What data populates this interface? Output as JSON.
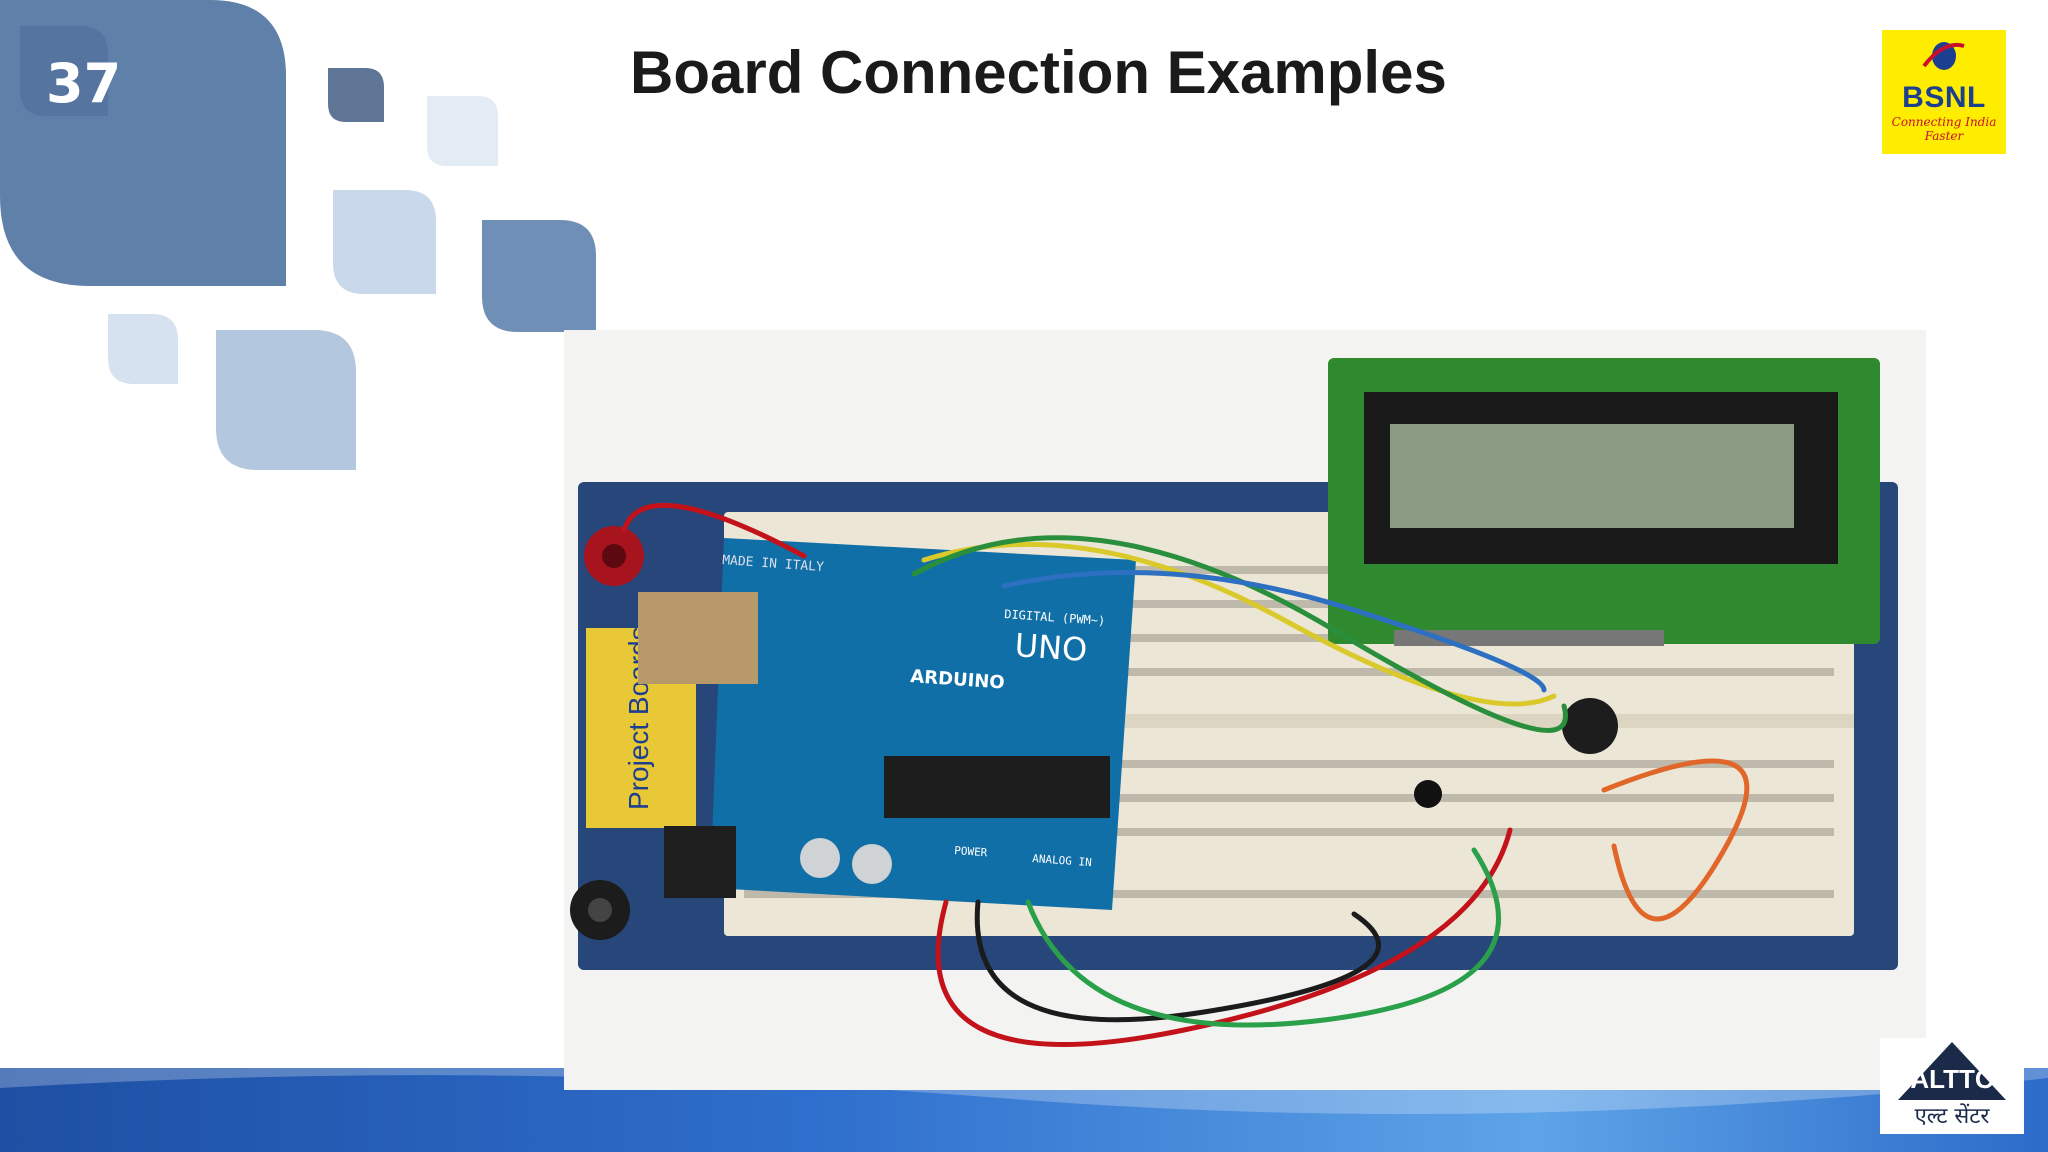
{
  "slide": {
    "number": "37",
    "title": "Board Connection Examples"
  },
  "logo_bsnl": {
    "name": "BSNL",
    "tagline": "Connecting India Faster"
  },
  "logo_altc": {
    "abbr": "ALTTC",
    "hindi": "एल्ट सेंटर"
  },
  "photo": {
    "subject": "arduino-uno-breadboard-lcd",
    "board_labels": {
      "brand": "ARDUINO",
      "model": "UNO",
      "made": "MADE IN ITALY",
      "digital": "DIGITAL (PWM~)",
      "analog": "ANALOG IN",
      "power": "POWER",
      "side_label": "Project Boards"
    }
  },
  "colors": {
    "deco_dark": "#5f80a8",
    "deco_mid": "#6f8fb7",
    "deco_light": "#c9d8ea",
    "deco_lighter": "#e3ebf4",
    "band_dark": "#1d4fa3",
    "band_light": "#5ea4e8",
    "logo_yellow": "#ffed00",
    "arduino_blue": "#0f6fa6",
    "lcd_green": "#2f8a2f"
  }
}
